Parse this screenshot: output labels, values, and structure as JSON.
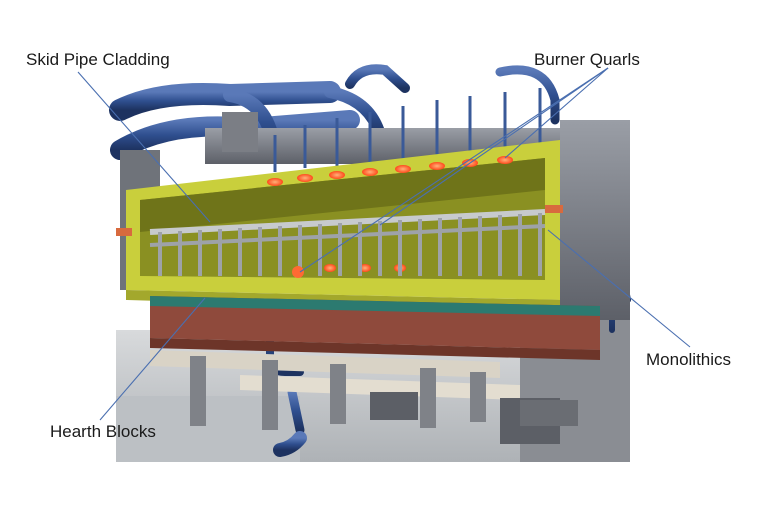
{
  "labels": {
    "skid_pipe_cladding": "Skid Pipe Cladding",
    "burner_quarls": "Burner Quarls",
    "monolithics": "Monolithics",
    "hearth_blocks": "Hearth Blocks"
  },
  "colors": {
    "background": "#ffffff",
    "refractory_lining": "#c9cf3c",
    "lining_dark": "#8a9022",
    "steel_frame": "#7c7f86",
    "blue_pipes": "#2f4f8f",
    "burner_glow": "#ff6a33",
    "hearth_block": "#8f4a3c",
    "leader_line": "#4a6fb0",
    "label_text": "#1a1a1a"
  }
}
